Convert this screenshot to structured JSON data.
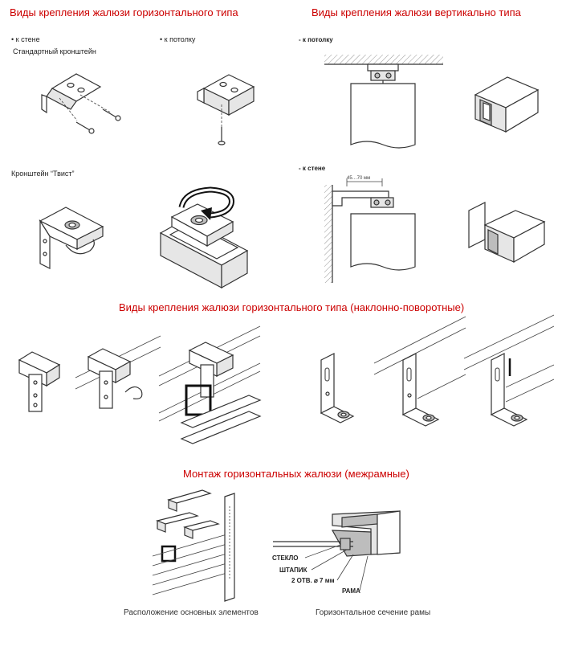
{
  "headings": {
    "horizontal_types": "Виды крепления жалюзи горизонтального типа",
    "vertical_types": "Виды крепления жалюзи вертикально типа",
    "tilt_types": "Виды крепления жалюзи горизонтального типа (наклонно-поворотные)",
    "interframe": "Монтаж горизонтальных жалюзи (межрамные)"
  },
  "horizontal": {
    "wall_label": "• к стене",
    "ceiling_label": "• к потолку",
    "standard_bracket": "Стандартный кронштейн",
    "twist_bracket": "Кронштейн “Твист”"
  },
  "vertical": {
    "ceiling_label": "- к потолку",
    "wall_label": "- к стене",
    "dimension": "45…70 мм"
  },
  "interframe": {
    "glass": "СТЕКЛО",
    "bead": "ШТАПИК",
    "holes": "2  ОТВ.  ⌀ 7  мм",
    "frame": "РАМА",
    "caption_elements": "Расположение основных элементов",
    "caption_section": "Горизонтальное сечение рамы"
  },
  "colors": {
    "heading": "#cc0000",
    "line": "#333333"
  }
}
